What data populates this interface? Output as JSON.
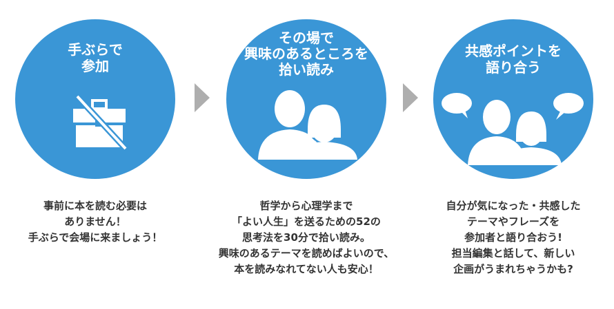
{
  "colors": {
    "circle": "#3a96d6",
    "arrow": "#aeaeae",
    "text": "#333333",
    "icon": "#ffffff"
  },
  "steps": [
    {
      "title": "手ぶらで\n参加",
      "icon": "no-briefcase-icon",
      "description": "事前に本を読む必要は\nありません！\n手ぶらで会場に来ましょう！"
    },
    {
      "title": "その場で\n興味のあるところを\n拾い読み",
      "icon": "two-people-icon",
      "description": "哲学から心理学まで\n「よい人生」を送るための52の\n思考法を30分で拾い読み。\n興味のあるテーマを読めばよいので、\n本を読みなれてない人も安心！"
    },
    {
      "title": "共感ポイントを\n語り合う",
      "icon": "people-talking-icon",
      "description": "自分が気になった・共感した\nテーマやフレーズを\n参加者と語り合おう!\n担当編集と話して、新しい\n企画がうまれちゃうかも?"
    }
  ]
}
